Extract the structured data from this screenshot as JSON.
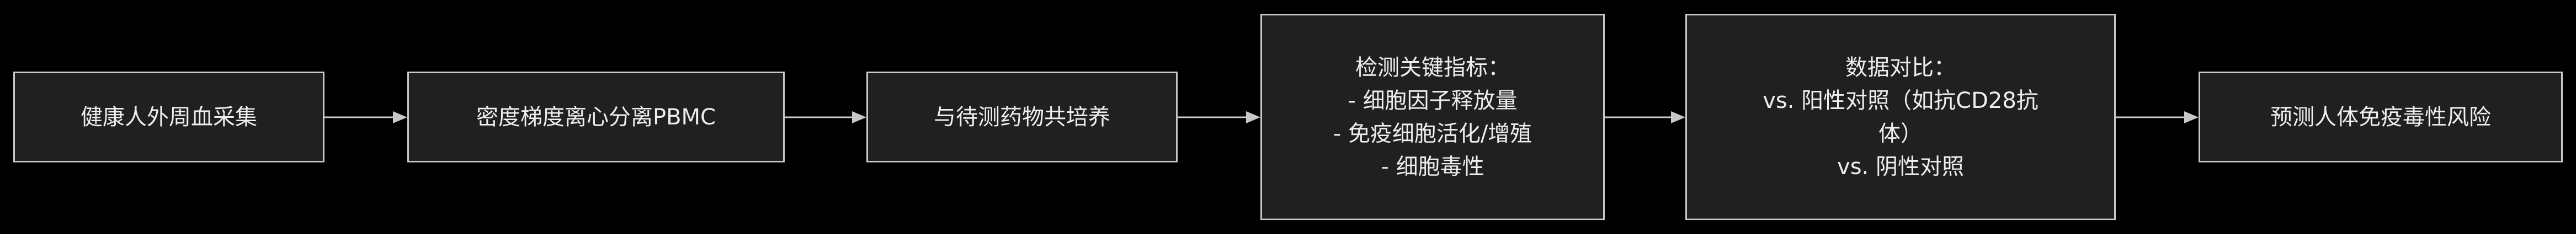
{
  "nodes": {
    "collect": {
      "label": "健康人外周血采集"
    },
    "isolate": {
      "label": "密度梯度离心分离PBMC"
    },
    "culture": {
      "label": "与待测药物共培养"
    },
    "indicators": {
      "lines": [
        "检测关键指标：",
        "- 细胞因子释放量",
        "- 免疫细胞活化/增殖",
        "- 细胞毒性"
      ]
    },
    "compare": {
      "lines": [
        "数据对比：",
        "vs. 阳性对照（如抗CD28抗",
        "体）",
        "vs. 阴性对照"
      ]
    },
    "predict": {
      "label": "预测人体免疫毒性风险"
    }
  },
  "colors": {
    "background": "#000000",
    "node_fill": "#202020",
    "node_border": "#c8c8c8",
    "text": "#eeeeee",
    "edge": "#c8c8c8"
  }
}
